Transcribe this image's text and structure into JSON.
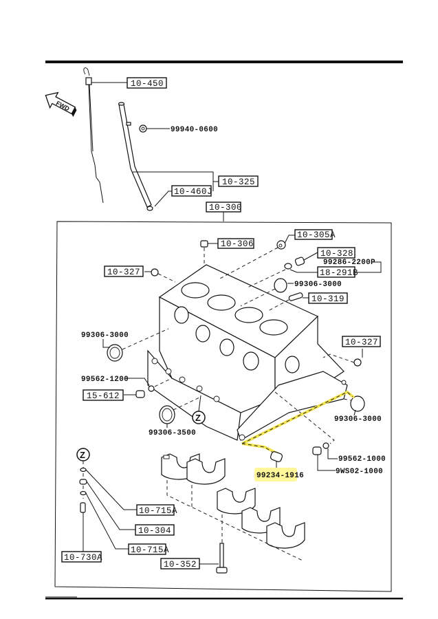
{
  "diagram": {
    "type": "exploded parts diagram",
    "subject": "Engine cylinder block",
    "direction_indicator": "FWD",
    "assembly_label": "10-300",
    "zero_marker": "Z",
    "highlight_color": "#fff79a",
    "boxed_labels": {
      "dipstick": "10-450",
      "guide_pipe": "10-325",
      "o_ring": "10-460J",
      "block_assembly": "10-300",
      "plug_306": "10-306",
      "plug_305a": "10-305A",
      "plug_328": "10-328",
      "hose_291b": "18-291B",
      "plug_327_left": "10-327",
      "plug_327_right": "10-327",
      "dowel_319": "10-319",
      "drain_plug": "15-612",
      "washer_715a_top": "10-715A",
      "jet_304": "10-304",
      "washer_715a_bottom": "10-715A",
      "bolt_730a": "10-730A",
      "cap_bolt_352": "10-352"
    },
    "plain_labels": {
      "bolt_99940": "99940-0600",
      "clamp_99286": "99286-2200P",
      "plug_99306_top": "99306-3000",
      "plug_99306_left": "99306-3000",
      "gasket_99562_1200": "99562-1200",
      "plug_99306_3500": "99306-3500",
      "plug_99306_right": "99306-3000",
      "gasket_99562_1000": "99562-1000",
      "plug_9ws02": "9WS02-1000",
      "highlighted_part": "99234-1916"
    }
  }
}
